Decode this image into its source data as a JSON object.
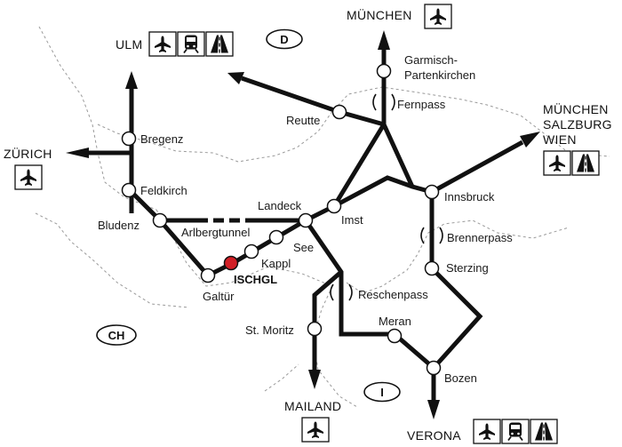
{
  "colors": {
    "road": "#111111",
    "highlight": "#d21f26",
    "border": "#9a9a9a"
  },
  "countries": {
    "de": "D",
    "ch": "CH",
    "it": "I"
  },
  "destinations": {
    "muenchen": "MÜNCHEN",
    "ulm": "ULM",
    "zuerich": "ZÜRICH",
    "muenchen_east": "MÜNCHEN",
    "salzburg": "SALZBURG",
    "wien": "WIEN",
    "mailand": "MAILAND",
    "verona": "VERONA"
  },
  "places": {
    "garmisch_1": "Garmisch-",
    "garmisch_2": "Partenkirchen",
    "fernpass": "Fernpass",
    "reutte": "Reutte",
    "bregenz": "Bregenz",
    "feldkirch": "Feldkirch",
    "bludenz": "Bludenz",
    "arlbergtunnel": "Arlbergtunnel",
    "landeck": "Landeck",
    "imst": "Imst",
    "innsbruck": "Innsbruck",
    "see": "See",
    "kappl": "Kappl",
    "ischgl": "ISCHGL",
    "galtuer": "Galtür",
    "brennerpass": "Brennerpass",
    "sterzing": "Sterzing",
    "reschenpass": "Reschenpass",
    "st_moritz": "St. Moritz",
    "meran": "Meran",
    "bozen": "Bozen"
  },
  "icons": {
    "muenchen": [
      "airplane-icon"
    ],
    "ulm": [
      "airplane-icon",
      "train-icon",
      "motorway-icon"
    ],
    "zuerich": [
      "airplane-icon"
    ],
    "muenchen_salzburg_wien": [
      "airplane-icon",
      "motorway-icon"
    ],
    "mailand": [
      "airplane-icon"
    ],
    "verona": [
      "airplane-icon",
      "train-icon",
      "motorway-icon"
    ]
  }
}
